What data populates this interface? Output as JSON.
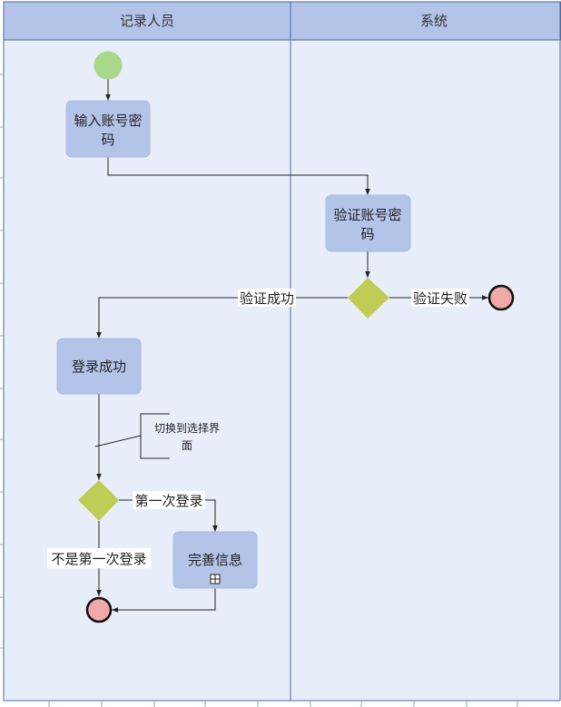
{
  "lanes": {
    "left_title": "记录人员",
    "right_title": "系统"
  },
  "activities": {
    "input_credentials": [
      "输入账号密",
      "码"
    ],
    "verify_credentials": [
      "验证账号密",
      "码"
    ],
    "login_success": "登录成功",
    "complete_info": "完善信息"
  },
  "edge_labels": {
    "verify_success": "验证成功",
    "verify_fail": "验证失败",
    "first_login": "第一次登录",
    "not_first_login": "不是第一次登录"
  },
  "note": [
    "切换到选择界",
    "面"
  ],
  "colors": {
    "lane_bg": "#e8eef9",
    "lane_header": "#b4c3e8",
    "lane_border": "#4a6aa0",
    "activity": "#b4c3e8",
    "start_node": "#a8d98a",
    "end_node": "#f0a8a8",
    "decision": "#bfcc55"
  }
}
